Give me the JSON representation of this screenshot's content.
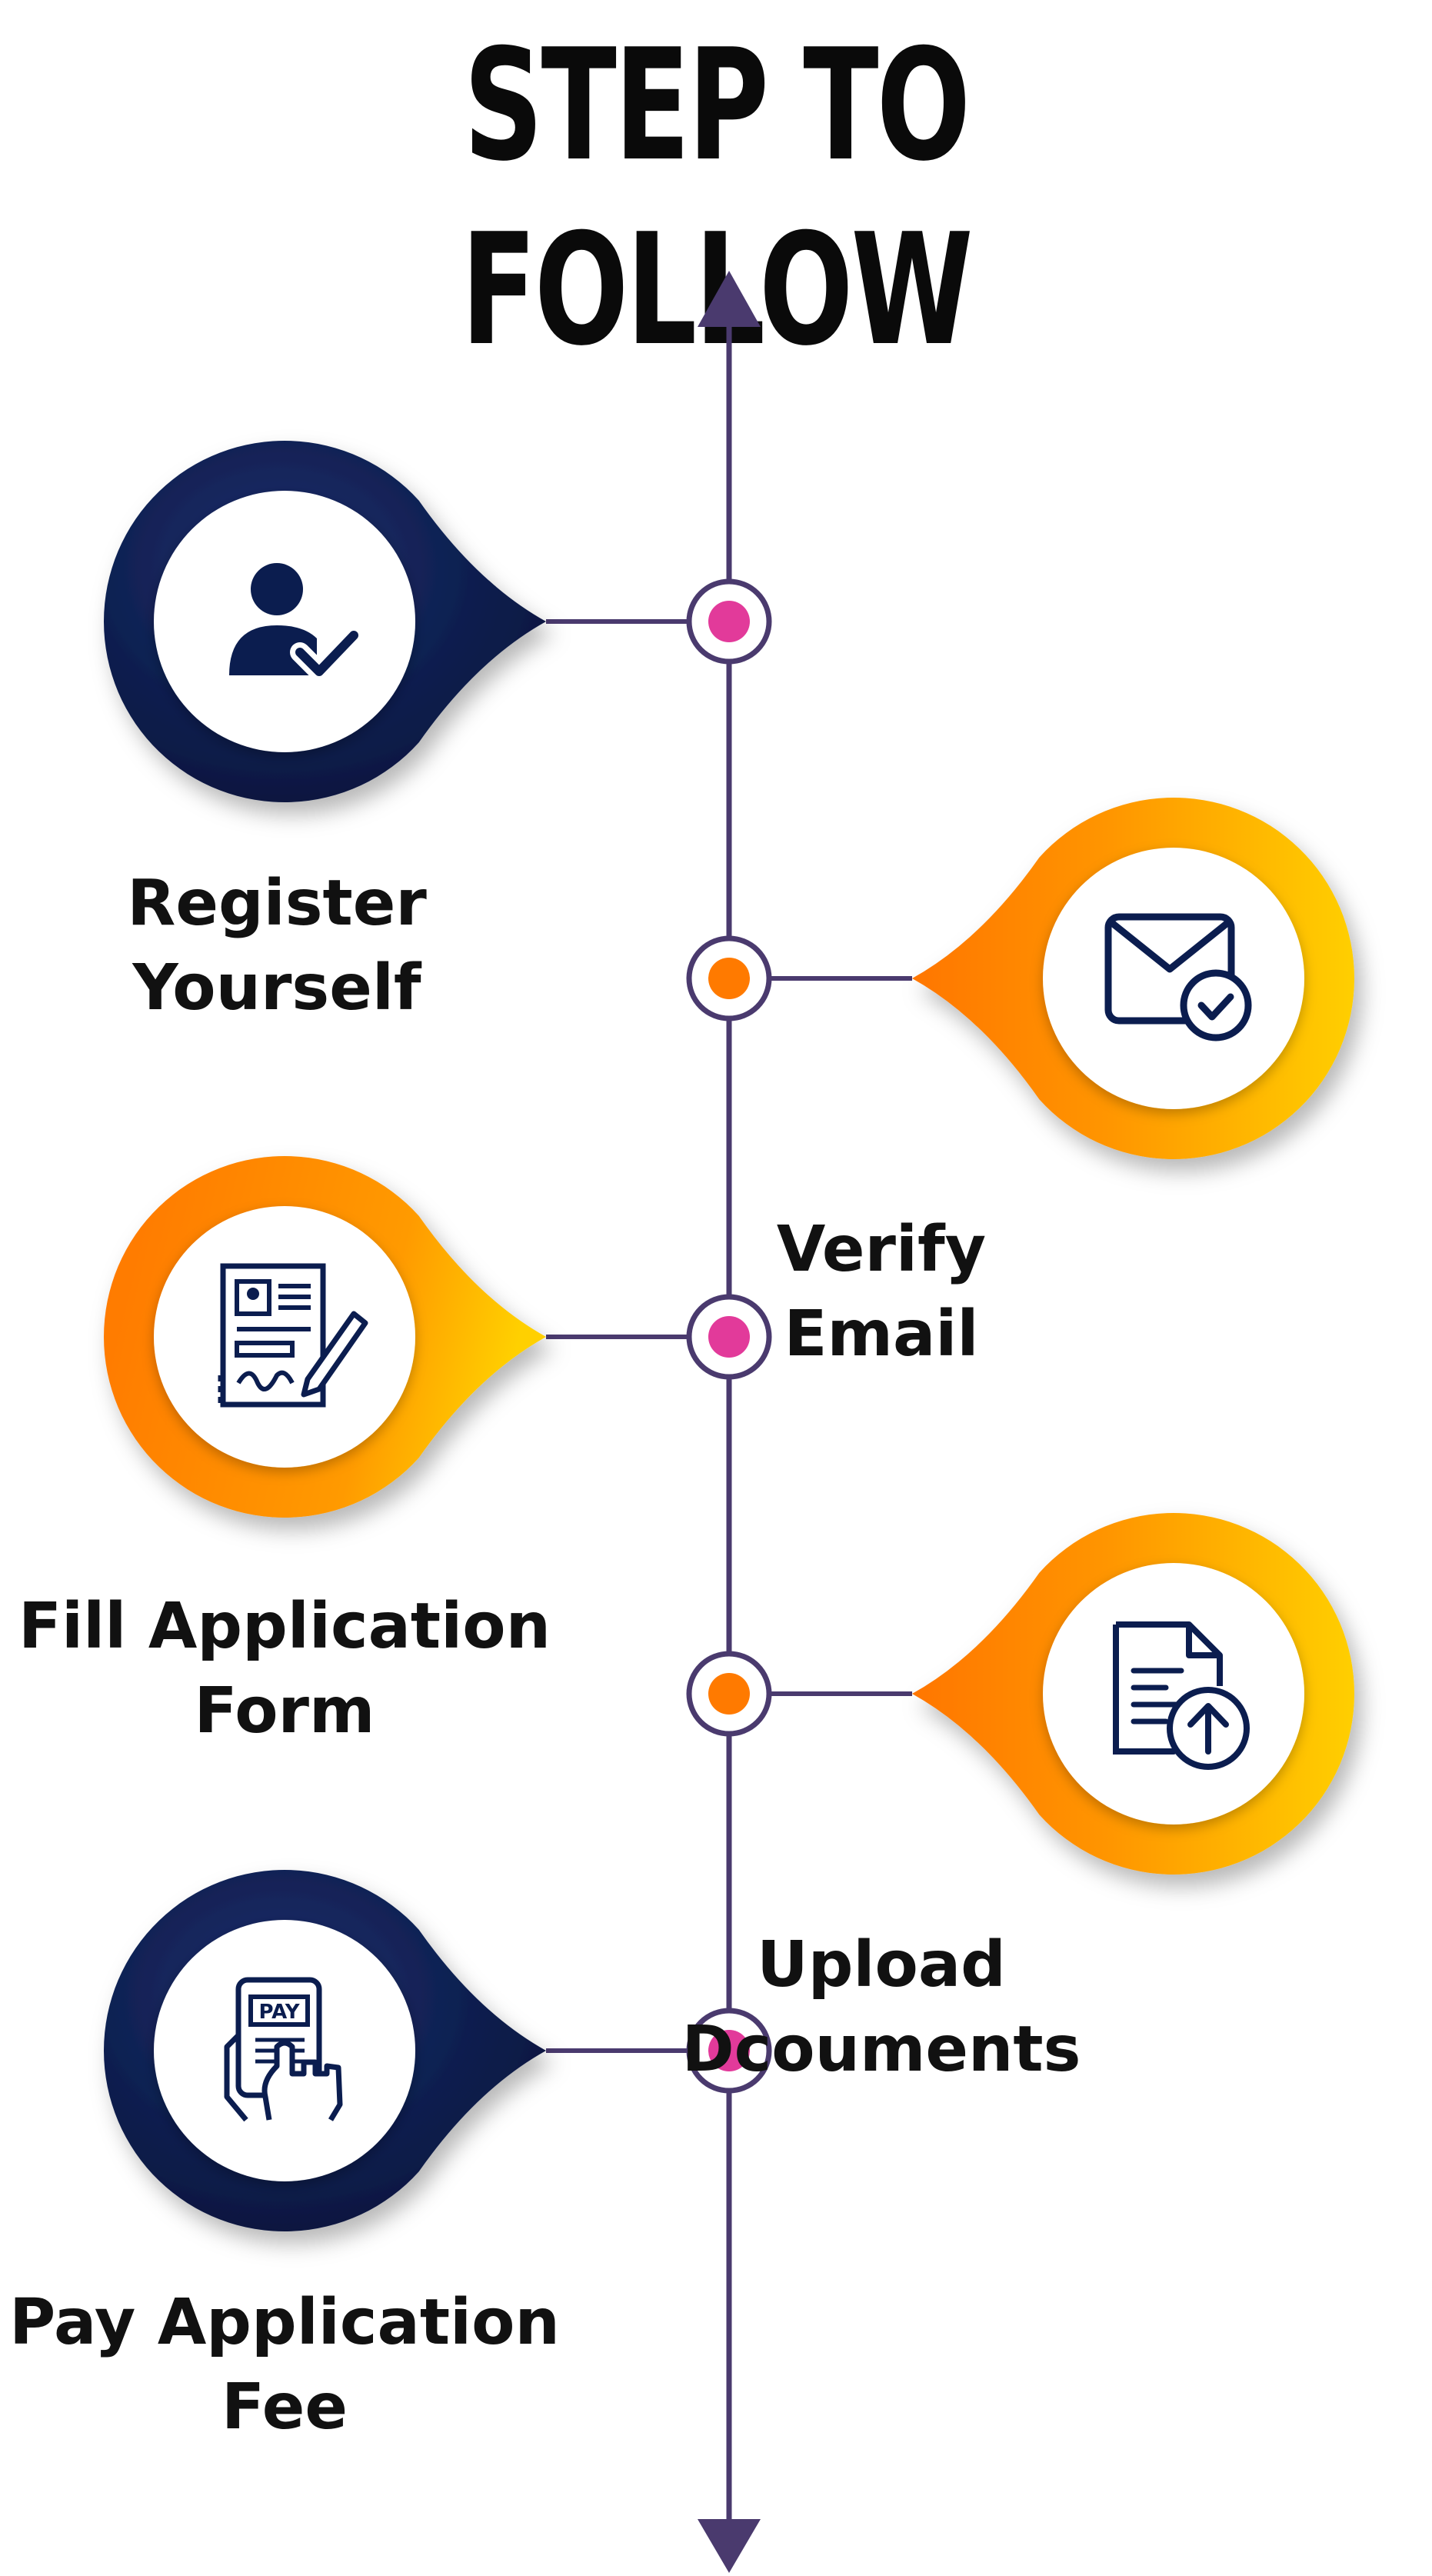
{
  "title": "STEP TO FOLLOW",
  "steps": [
    {
      "line1": "Register",
      "line2": "Yourself",
      "icon": "user-check-icon",
      "theme": "navy"
    },
    {
      "line1": "Verify",
      "line2": "Email",
      "icon": "email-check-icon",
      "theme": "orange"
    },
    {
      "line1": "Fill Application",
      "line2": "Form",
      "icon": "form-sign-icon",
      "theme": "orange"
    },
    {
      "line1": "Upload",
      "line2": "Dcouments",
      "icon": "document-upload-icon",
      "theme": "orange"
    },
    {
      "line1": "Pay Application",
      "line2": "Fee",
      "icon": "pay-tap-icon",
      "theme": "navy"
    }
  ],
  "colors": {
    "axis": "#4a3a6e",
    "navy": "#0b1d4f",
    "orange_dark": "#ff7a00",
    "orange_light": "#ffc107",
    "dot_pink": "#e23a9a",
    "dot_orange": "#ff7a00",
    "icon": "#0b1d4f"
  }
}
